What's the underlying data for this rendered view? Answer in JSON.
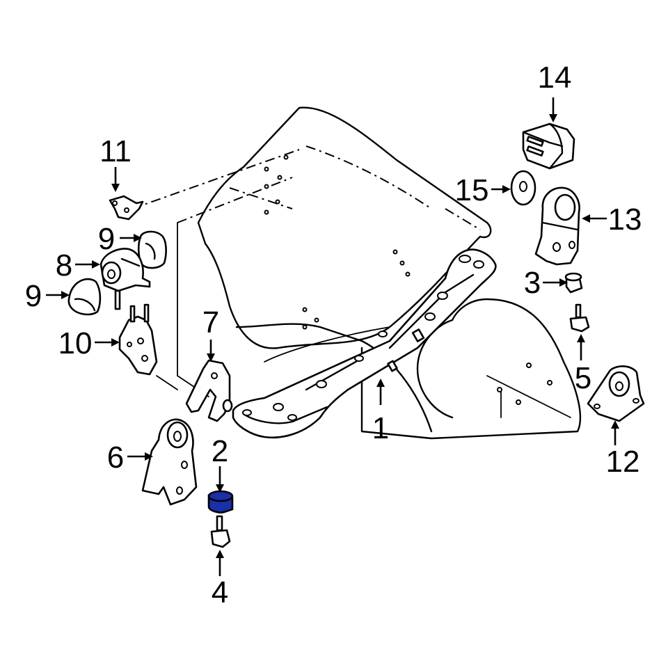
{
  "diagram": {
    "callouts": {
      "c1": "1",
      "c2": "2",
      "c3": "3",
      "c4": "4",
      "c5": "5",
      "c6": "6",
      "c7": "7",
      "c8": "8",
      "c9a": "9",
      "c9b": "9",
      "c10": "10",
      "c11": "11",
      "c12": "12",
      "c13": "13",
      "c14": "14",
      "c15": "15"
    },
    "highlight_color": "#1a2fa8",
    "line_color": "#000000",
    "background_color": "#ffffff",
    "highlighted_part": "2"
  }
}
